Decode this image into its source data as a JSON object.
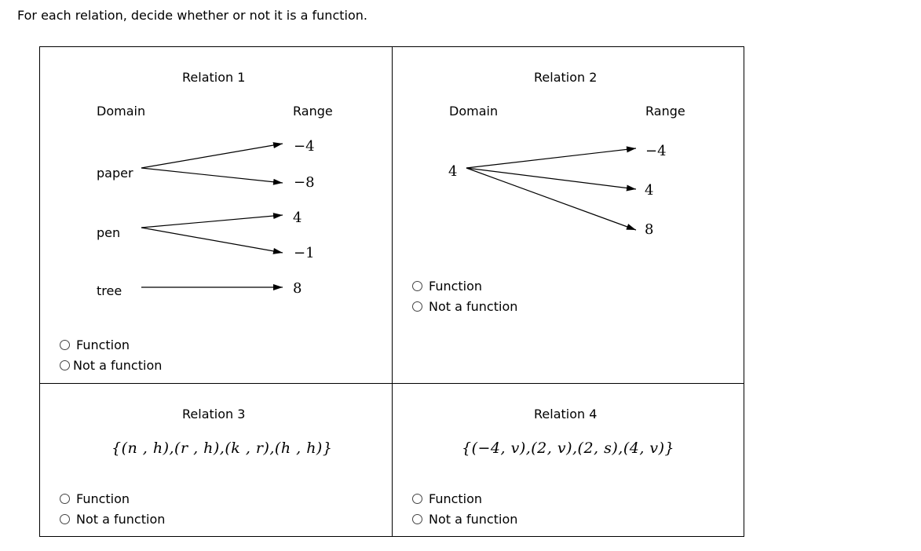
{
  "instruction": "For each relation, decide whether or not it is a function.",
  "relation1": {
    "title": "Relation 1",
    "domain_header": "Domain",
    "range_header": "Range",
    "domain": [
      "paper",
      "pen",
      "tree"
    ],
    "range": [
      "−4",
      "−8",
      "4",
      "−1",
      "8"
    ],
    "mappings": [
      [
        "paper",
        "−4"
      ],
      [
        "paper",
        "−8"
      ],
      [
        "pen",
        "4"
      ],
      [
        "pen",
        "−1"
      ],
      [
        "tree",
        "8"
      ]
    ],
    "option_function": "Function",
    "option_not_function": "Not a function"
  },
  "relation2": {
    "title": "Relation 2",
    "domain_header": "Domain",
    "range_header": "Range",
    "domain": [
      "4"
    ],
    "range": [
      "−4",
      "4",
      "8"
    ],
    "mappings": [
      [
        "4",
        "−4"
      ],
      [
        "4",
        "4"
      ],
      [
        "4",
        "8"
      ]
    ],
    "option_function": "Function",
    "option_not_function": "Not a function"
  },
  "relation3": {
    "title": "Relation 3",
    "set": "{(n , h),(r , h),(k , r),(h , h)}",
    "option_function": "Function",
    "option_not_function": "Not a function"
  },
  "relation4": {
    "title": "Relation 4",
    "set": "{(−4, v),(2, v),(2, s),(4, v)}",
    "option_function": "Function",
    "option_not_function": "Not a function"
  }
}
